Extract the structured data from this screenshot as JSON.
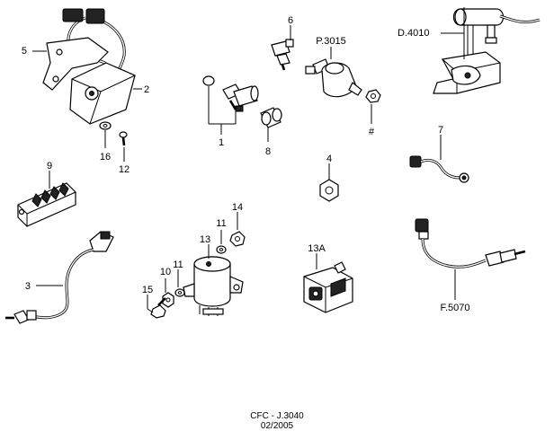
{
  "labels": {
    "l1": "1",
    "l2": "2",
    "l3": "3",
    "l4": "4",
    "l5": "5",
    "l6": "6",
    "l7": "7",
    "l8": "8",
    "l9": "9",
    "l10": "10",
    "l11a": "11",
    "l11b": "11",
    "l12": "12",
    "l13": "13",
    "l13a": "13A",
    "l14": "14",
    "l15": "15",
    "l16": "16",
    "hash": "#",
    "p3015": "P.3015",
    "d4010": "D.4010",
    "f5070": "F.5070"
  },
  "footer": {
    "code": "CFC - J.3040",
    "date": "02/2005"
  }
}
